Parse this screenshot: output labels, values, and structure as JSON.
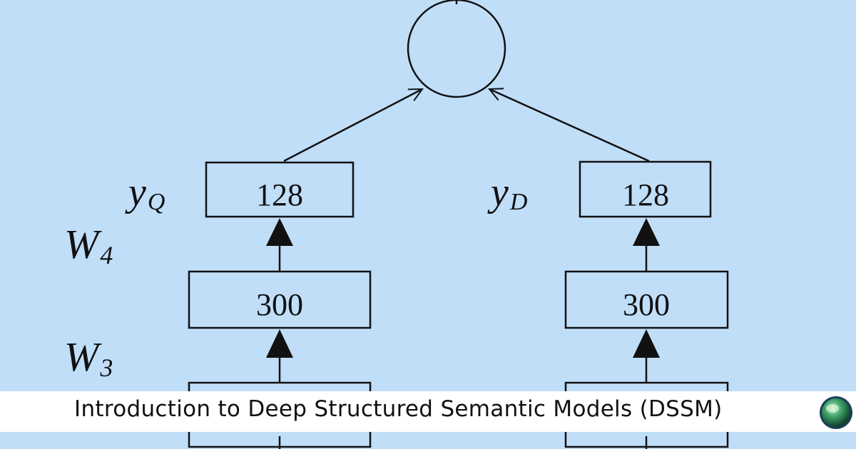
{
  "diagram": {
    "query_tower": {
      "output_label": "y",
      "output_subscript": "Q",
      "layers": [
        "128",
        "300"
      ]
    },
    "doc_tower": {
      "output_label": "y",
      "output_subscript": "D",
      "layers": [
        "128",
        "300"
      ]
    },
    "weights": [
      {
        "label": "W",
        "subscript": "4"
      },
      {
        "label": "W",
        "subscript": "3"
      }
    ]
  },
  "banner": {
    "title": "Introduction to Deep Structured Semantic Models (DSSM)"
  },
  "colors": {
    "background": "#c0def8",
    "banner": "#ffffff",
    "line": "#111111",
    "logo": "#2e8b57"
  }
}
